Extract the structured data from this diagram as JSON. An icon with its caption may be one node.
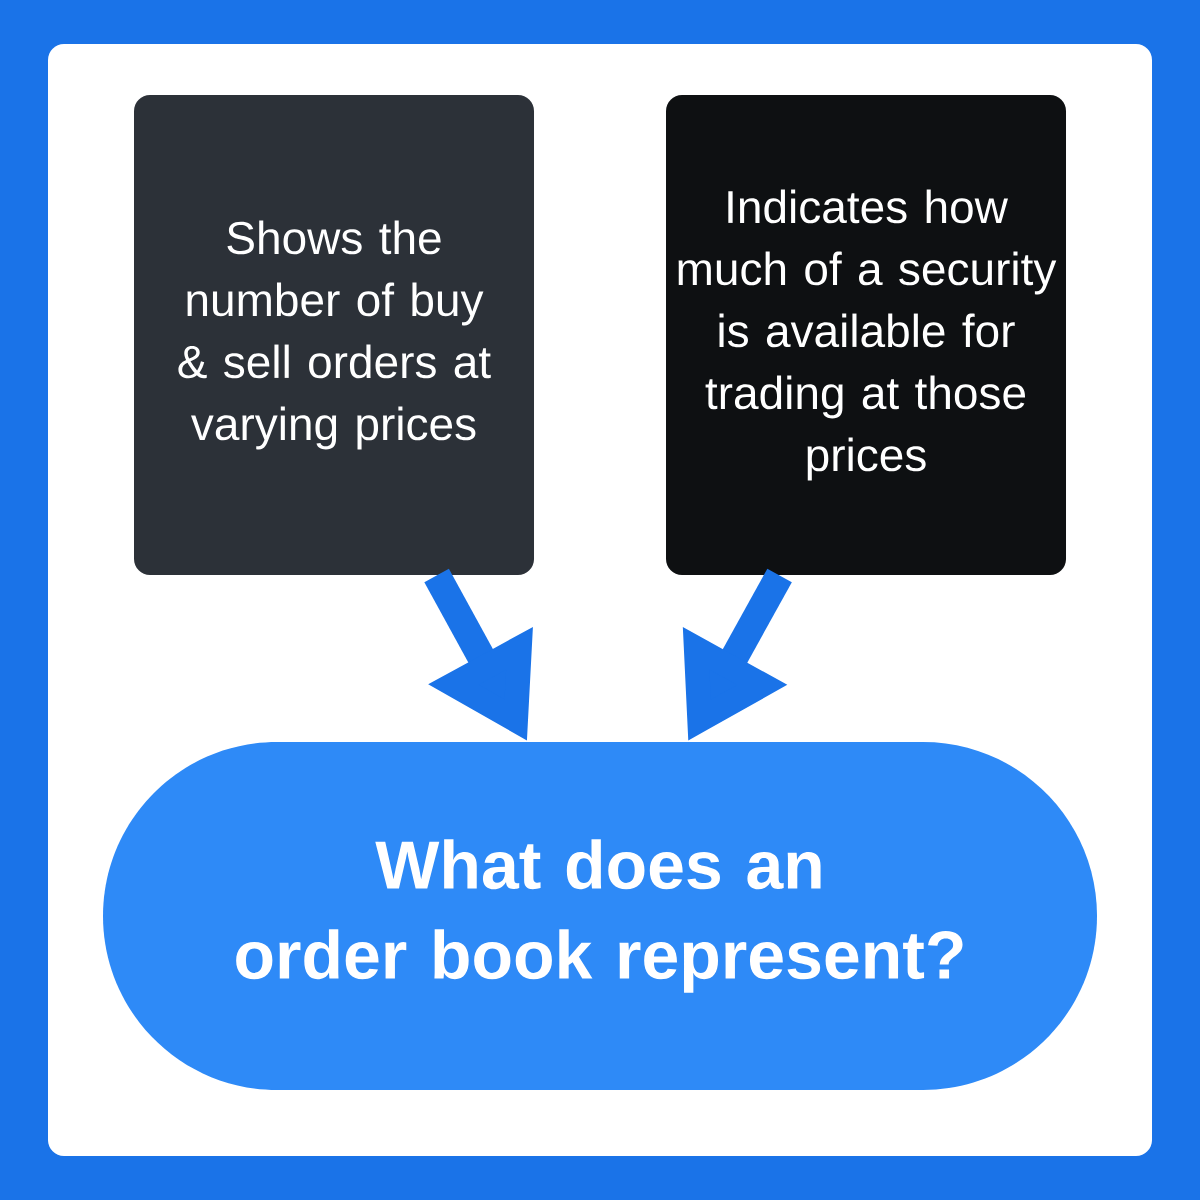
{
  "diagram": {
    "nodes": [
      {
        "text": [
          "Shows the number of buy & sell orders at varying prices"
        ]
      },
      {
        "text": [
          "Indicates how much of a security is available for trading at those prices"
        ]
      },
      {
        "text": [
          "What does an order book represent?"
        ]
      }
    ],
    "edges": [
      {
        "from": 0,
        "to": 2,
        "arrow": "to"
      },
      {
        "from": 1,
        "to": 2,
        "arrow": "to"
      }
    ]
  }
}
